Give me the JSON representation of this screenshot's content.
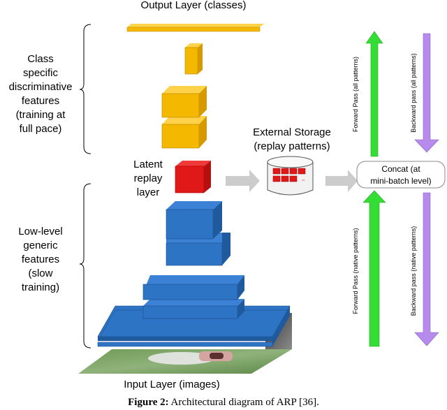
{
  "labels": {
    "output_layer": "Output Layer (classes)",
    "input_layer": "Input Layer (images)",
    "latent": [
      "Latent",
      "replay",
      "layer"
    ],
    "class_features": [
      "Class",
      "specific",
      "discriminative",
      "features",
      "(training at",
      "full pace)"
    ],
    "lowlevel_features": [
      "Low-level",
      "generic",
      "features",
      "(slow",
      "training)"
    ],
    "external_storage": [
      "External Storage",
      "(replay patterns)"
    ],
    "concat": [
      "Concat (at",
      "mini-batch level)"
    ],
    "forward_all": "Forward Pass (all patterns)",
    "backward_all": "Backward pass (all patterns)",
    "forward_native": "Forward Pass (native patterns)",
    "backward_native": "Backward pass (native patterns)"
  },
  "caption": {
    "prefix": "Figure 2:",
    "text": " Architectural diagram of ARP [36]."
  },
  "colors": {
    "conv_blue": "#2e74c4",
    "conv_blue_side": "#1f5a9e",
    "fc_yellow": "#f5b800",
    "latent_red": "#e01818",
    "forward_green": "#33dd33",
    "backward_violet": "#b78bec",
    "gray_arrow": "#cccccc"
  }
}
